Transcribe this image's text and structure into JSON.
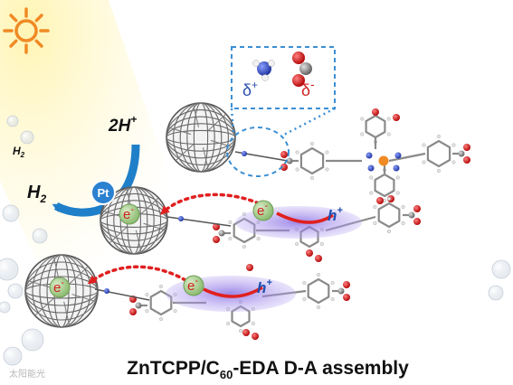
{
  "title": {
    "main": "ZnTCPP/C",
    "sub": "60",
    "tail": "-EDA D-A assembly"
  },
  "labels": {
    "two_h_plus": "2H",
    "plus": "+",
    "h2_big": "H",
    "h2_small": "H",
    "two": "2",
    "pt": "Pt",
    "e": "e",
    "minus": "-",
    "h": "h",
    "delta": "δ",
    "delta_plus": "+",
    "delta_minus": "-"
  },
  "watermark": "太阳能光",
  "colors": {
    "sun": "#f08a24",
    "arrow_blue": "#1f7fc9",
    "pt_circle": "#2b80d0",
    "electron_circle": "#a9d08e",
    "red_dotted": "#e02020",
    "hole_cloud": "#9a82e6",
    "dashed_box": "#3b8fd4",
    "delta_plus_text": "#2a4fb0",
    "delta_minus_text": "#d02020",
    "oxygen": "#d81818",
    "carbon": "#8a8a8a",
    "nitrogen": "#2848c8",
    "zinc": "#f08a24"
  }
}
